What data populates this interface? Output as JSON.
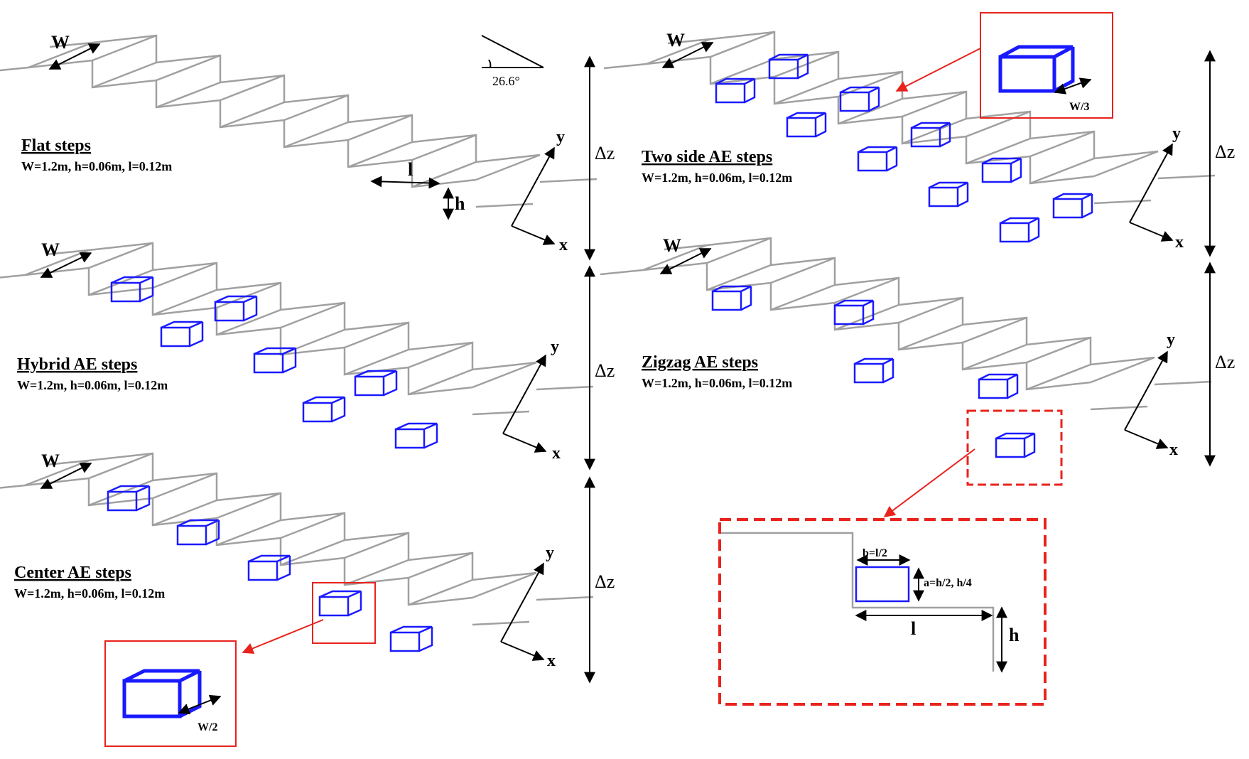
{
  "panels": {
    "flat": {
      "title": "Flat steps",
      "params": "W=1.2m, h=0.06m, l=0.12m"
    },
    "hybrid": {
      "title": "Hybrid AE steps",
      "params": "W=1.2m, h=0.06m, l=0.12m"
    },
    "center": {
      "title": "Center AE steps",
      "params": "W=1.2m, h=0.06m, l=0.12m"
    },
    "two_side": {
      "title": "Two side AE steps",
      "params": "W=1.2m, h=0.06m, l=0.12m"
    },
    "zigzag": {
      "title": "Zigzag AE steps",
      "params": "W=1.2m, h=0.06m, l=0.12m"
    }
  },
  "labels": {
    "W": "W",
    "l": "l",
    "h": "h",
    "x": "x",
    "y": "y",
    "dz": "Δz",
    "angle": "26.6°",
    "w_half": "W/2",
    "w_third": "W/3"
  },
  "detail": {
    "b": "b=l/2",
    "a": "a=h/2, h/4",
    "l": "l",
    "h": "h"
  },
  "colors": {
    "stair": "#a0a0a0",
    "block": "#1a1aff",
    "highlight": "#e8231c",
    "text": "#000000"
  }
}
